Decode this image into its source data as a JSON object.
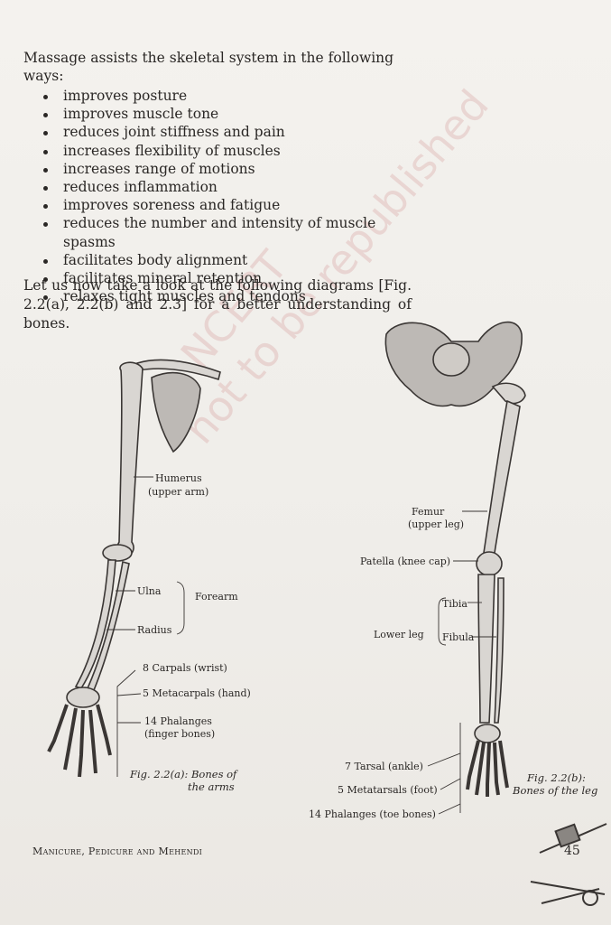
{
  "intro": "Massage assists the skeletal system in the following ways:",
  "bullets": [
    "improves posture",
    "improves muscle tone",
    "reduces joint stiffness and pain",
    "increases flexibility of muscles",
    "increases range of motions",
    "reduces inflammation",
    "improves soreness and fatigue",
    "reduces the number and intensity of muscle spasms",
    "facilitates body alignment",
    "facilitates mineral retention",
    "relaxes tight muscles and tendons"
  ],
  "paragraph": "Let us now take a look at the following diagrams [Fig. 2.2(a), 2.2(b) and 2.3] for a better understanding of bones.",
  "watermark": {
    "line1": "© NCERT",
    "line2": "not to be republished"
  },
  "arm_labels": {
    "humerus": "Humerus",
    "humerus_sub": "(upper arm)",
    "ulna": "Ulna",
    "radius": "Radius",
    "forearm": "Forearm",
    "carpals": "8 Carpals (wrist)",
    "metacarpals": "5 Metacarpals (hand)",
    "phalanges": "14 Phalanges",
    "phalanges_sub": "(finger bones)"
  },
  "arm_caption": {
    "line1": "Fig. 2.2(a): Bones of",
    "line2": "the arms"
  },
  "leg_labels": {
    "femur": "Femur",
    "femur_sub": "(upper leg)",
    "patella": "Patella (knee cap)",
    "tibia": "Tibia",
    "fibula": "Fibula",
    "lower_leg": "Lower leg",
    "tarsal": "7 Tarsal (ankle)",
    "metatarsals": "5 Metatarsals (foot)",
    "phalanges": "14 Phalanges (toe bones)"
  },
  "leg_caption": {
    "line1": "Fig. 2.2(b):",
    "line2": "Bones of the leg"
  },
  "footer": "Manicure, Pedicure and Mehendi",
  "page_number": "45"
}
